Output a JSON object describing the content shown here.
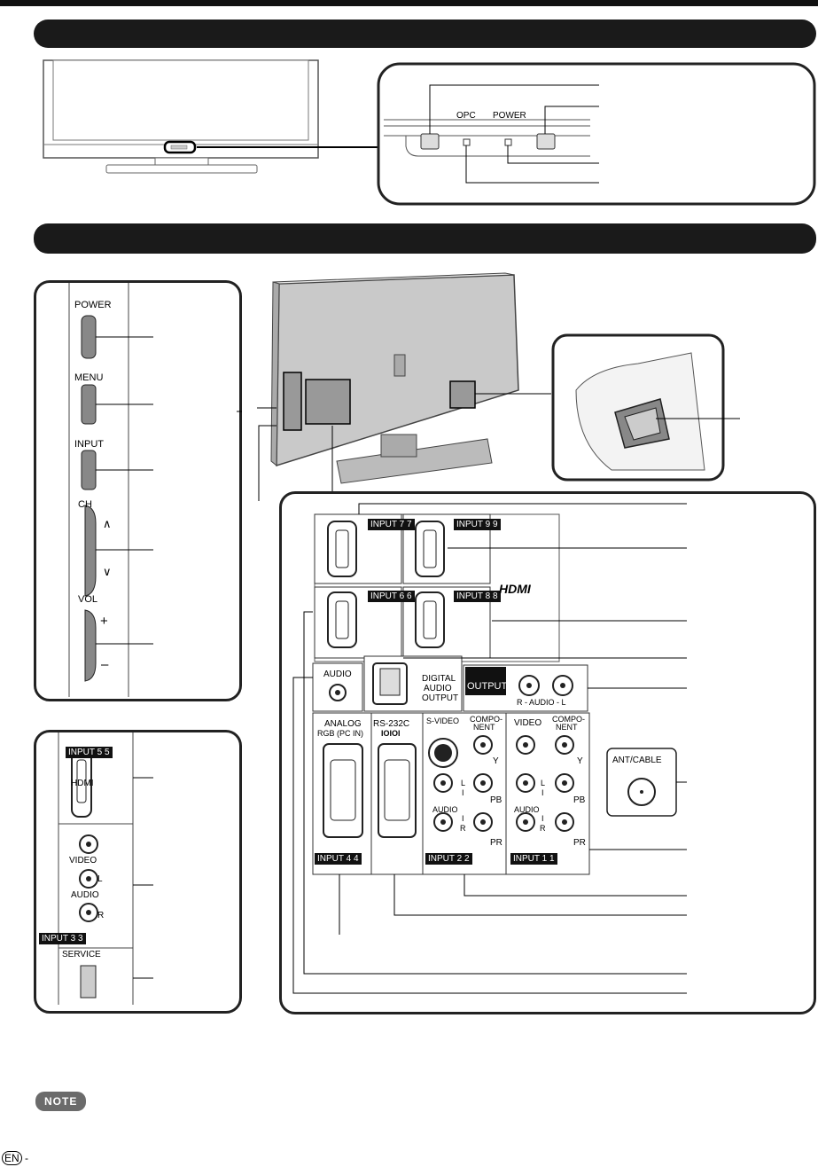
{
  "front_indicators": {
    "opc": "OPC",
    "power": "POWER"
  },
  "side_buttons": {
    "power": "POWER",
    "menu": "MENU",
    "input": "INPUT",
    "ch": "CH",
    "ch_up": "∧",
    "ch_down": "∨",
    "vol": "VOL",
    "vol_plus": "+",
    "vol_minus": "–"
  },
  "side_terminals": {
    "input5": "INPUT 5",
    "input5_num": "5",
    "hdmi": "HDMI",
    "video": "VIDEO",
    "audio": "AUDIO",
    "l": "L",
    "r": "R",
    "input3": "INPUT 3",
    "input3_num": "3",
    "service": "SERVICE"
  },
  "rear_terminals": {
    "input7": "INPUT 7",
    "input7_num": "7",
    "input9": "INPUT 9",
    "input9_num": "9",
    "input6": "INPUT 6",
    "input6_num": "6",
    "input8": "INPUT 8",
    "input8_num": "8",
    "hdmi_logo": "HDMI",
    "audio": "AUDIO",
    "digital_audio_output": [
      "DIGITAL",
      "AUDIO",
      "OUTPUT"
    ],
    "output": "OUTPUT",
    "r_audio_l": "R - AUDIO - L",
    "analog_rgb": [
      "ANALOG",
      "RGB (PC IN)"
    ],
    "rs232c": "RS-232C",
    "rs232c_symbol": "IOIOI",
    "s_video": "S-VIDEO",
    "component": [
      "COMPO-",
      "NENT"
    ],
    "video": "VIDEO",
    "y": "Y",
    "pb": "PB",
    "pr": "PR",
    "l": "L",
    "i": "I",
    "r": "R",
    "audio_small": "AUDIO",
    "ant_cable": "ANT/CABLE",
    "input4": "INPUT 4",
    "input4_num": "4",
    "input2": "INPUT 2",
    "input2_num": "2",
    "input1": "INPUT 1",
    "input1_num": "1"
  },
  "note": "NOTE",
  "footer_lang": "EN"
}
